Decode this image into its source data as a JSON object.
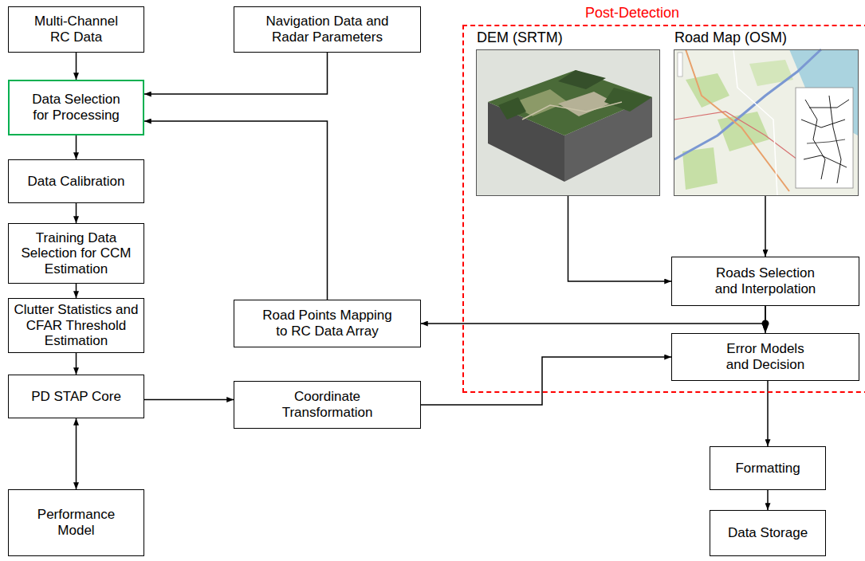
{
  "diagram": {
    "nodes": [
      {
        "text": [
          "Multi-Channel RC Data"
        ]
      },
      {
        "text": [
          "Navigation Data and Radar Parameters"
        ]
      },
      {
        "text": [
          "Post-Detection"
        ]
      },
      {
        "text": [
          "DEM (SRTM)"
        ],
        "in": 2
      },
      {
        "text": [
          "Road Map (OSM)"
        ],
        "in": 2
      },
      {
        "text": [
          "Data Selection for Processing"
        ]
      },
      {
        "text": [
          "Data Calibration"
        ]
      },
      {
        "text": [
          "Training Data Selection for CCM Estimation"
        ]
      },
      {
        "text": [
          "Roads Selection and Interpolation"
        ],
        "in": 2
      },
      {
        "text": [
          "Road Points Mapping to RC Data Array"
        ]
      },
      {
        "text": [
          "Clutter Statistics and CFAR Threshold Estimation"
        ]
      },
      {
        "text": [
          "Error Models and Decision"
        ],
        "in": 2
      },
      {
        "text": [
          "PD STAP Core"
        ]
      },
      {
        "text": [
          "Coordinate Transformation"
        ]
      },
      {
        "text": [
          "Formatting"
        ]
      },
      {
        "text": [
          "Performance Model"
        ]
      },
      {
        "text": [
          "Data Storage"
        ]
      }
    ],
    "edges": [
      {
        "from": 0,
        "to": 5,
        "arrow": "to"
      },
      {
        "from": 1,
        "to": 5,
        "arrow": "to"
      },
      {
        "from": 5,
        "to": 6,
        "arrow": "to"
      },
      {
        "from": 6,
        "to": 7,
        "arrow": "to"
      },
      {
        "from": 7,
        "to": 10,
        "arrow": "to"
      },
      {
        "from": 10,
        "to": 12,
        "arrow": "to"
      },
      {
        "from": 12,
        "to": 15,
        "arrow": "both"
      },
      {
        "from": 12,
        "to": 13,
        "arrow": "to"
      },
      {
        "from": 13,
        "to": 11,
        "arrow": "to"
      },
      {
        "from": 3,
        "to": 8,
        "arrow": "to"
      },
      {
        "from": 4,
        "to": 8,
        "arrow": "to"
      },
      {
        "from": 8,
        "to": 11,
        "arrow": "to"
      },
      {
        "from": 8,
        "to": 9,
        "arrow": "to"
      },
      {
        "from": 9,
        "to": 5,
        "arrow": "to"
      },
      {
        "from": 11,
        "to": 14,
        "arrow": "to"
      },
      {
        "from": 14,
        "to": 16,
        "arrow": "to"
      }
    ]
  }
}
